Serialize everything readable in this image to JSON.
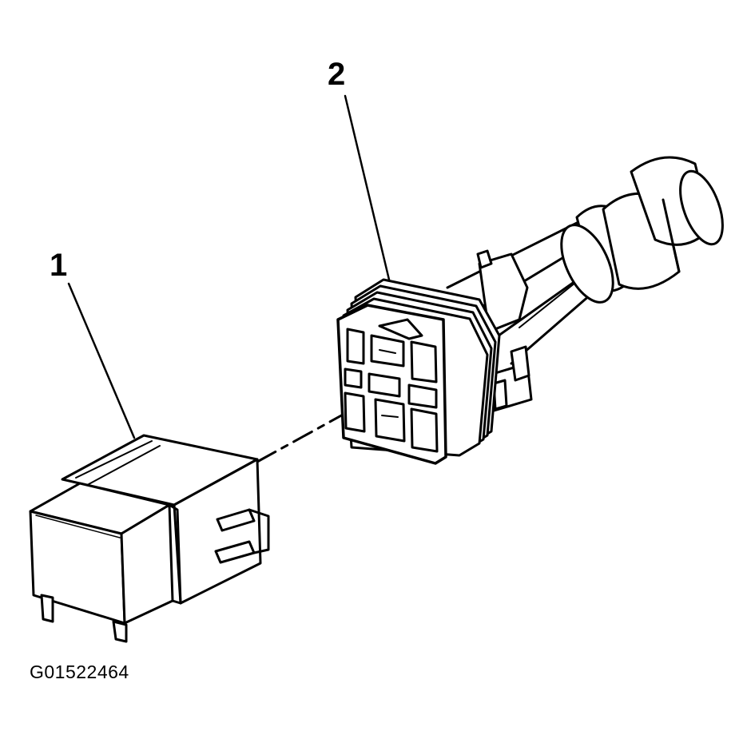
{
  "callouts": {
    "relay": "1",
    "connector": "2"
  },
  "figure_id": "G01522464",
  "colors": {
    "line": "#000000",
    "fill": "#ffffff"
  }
}
